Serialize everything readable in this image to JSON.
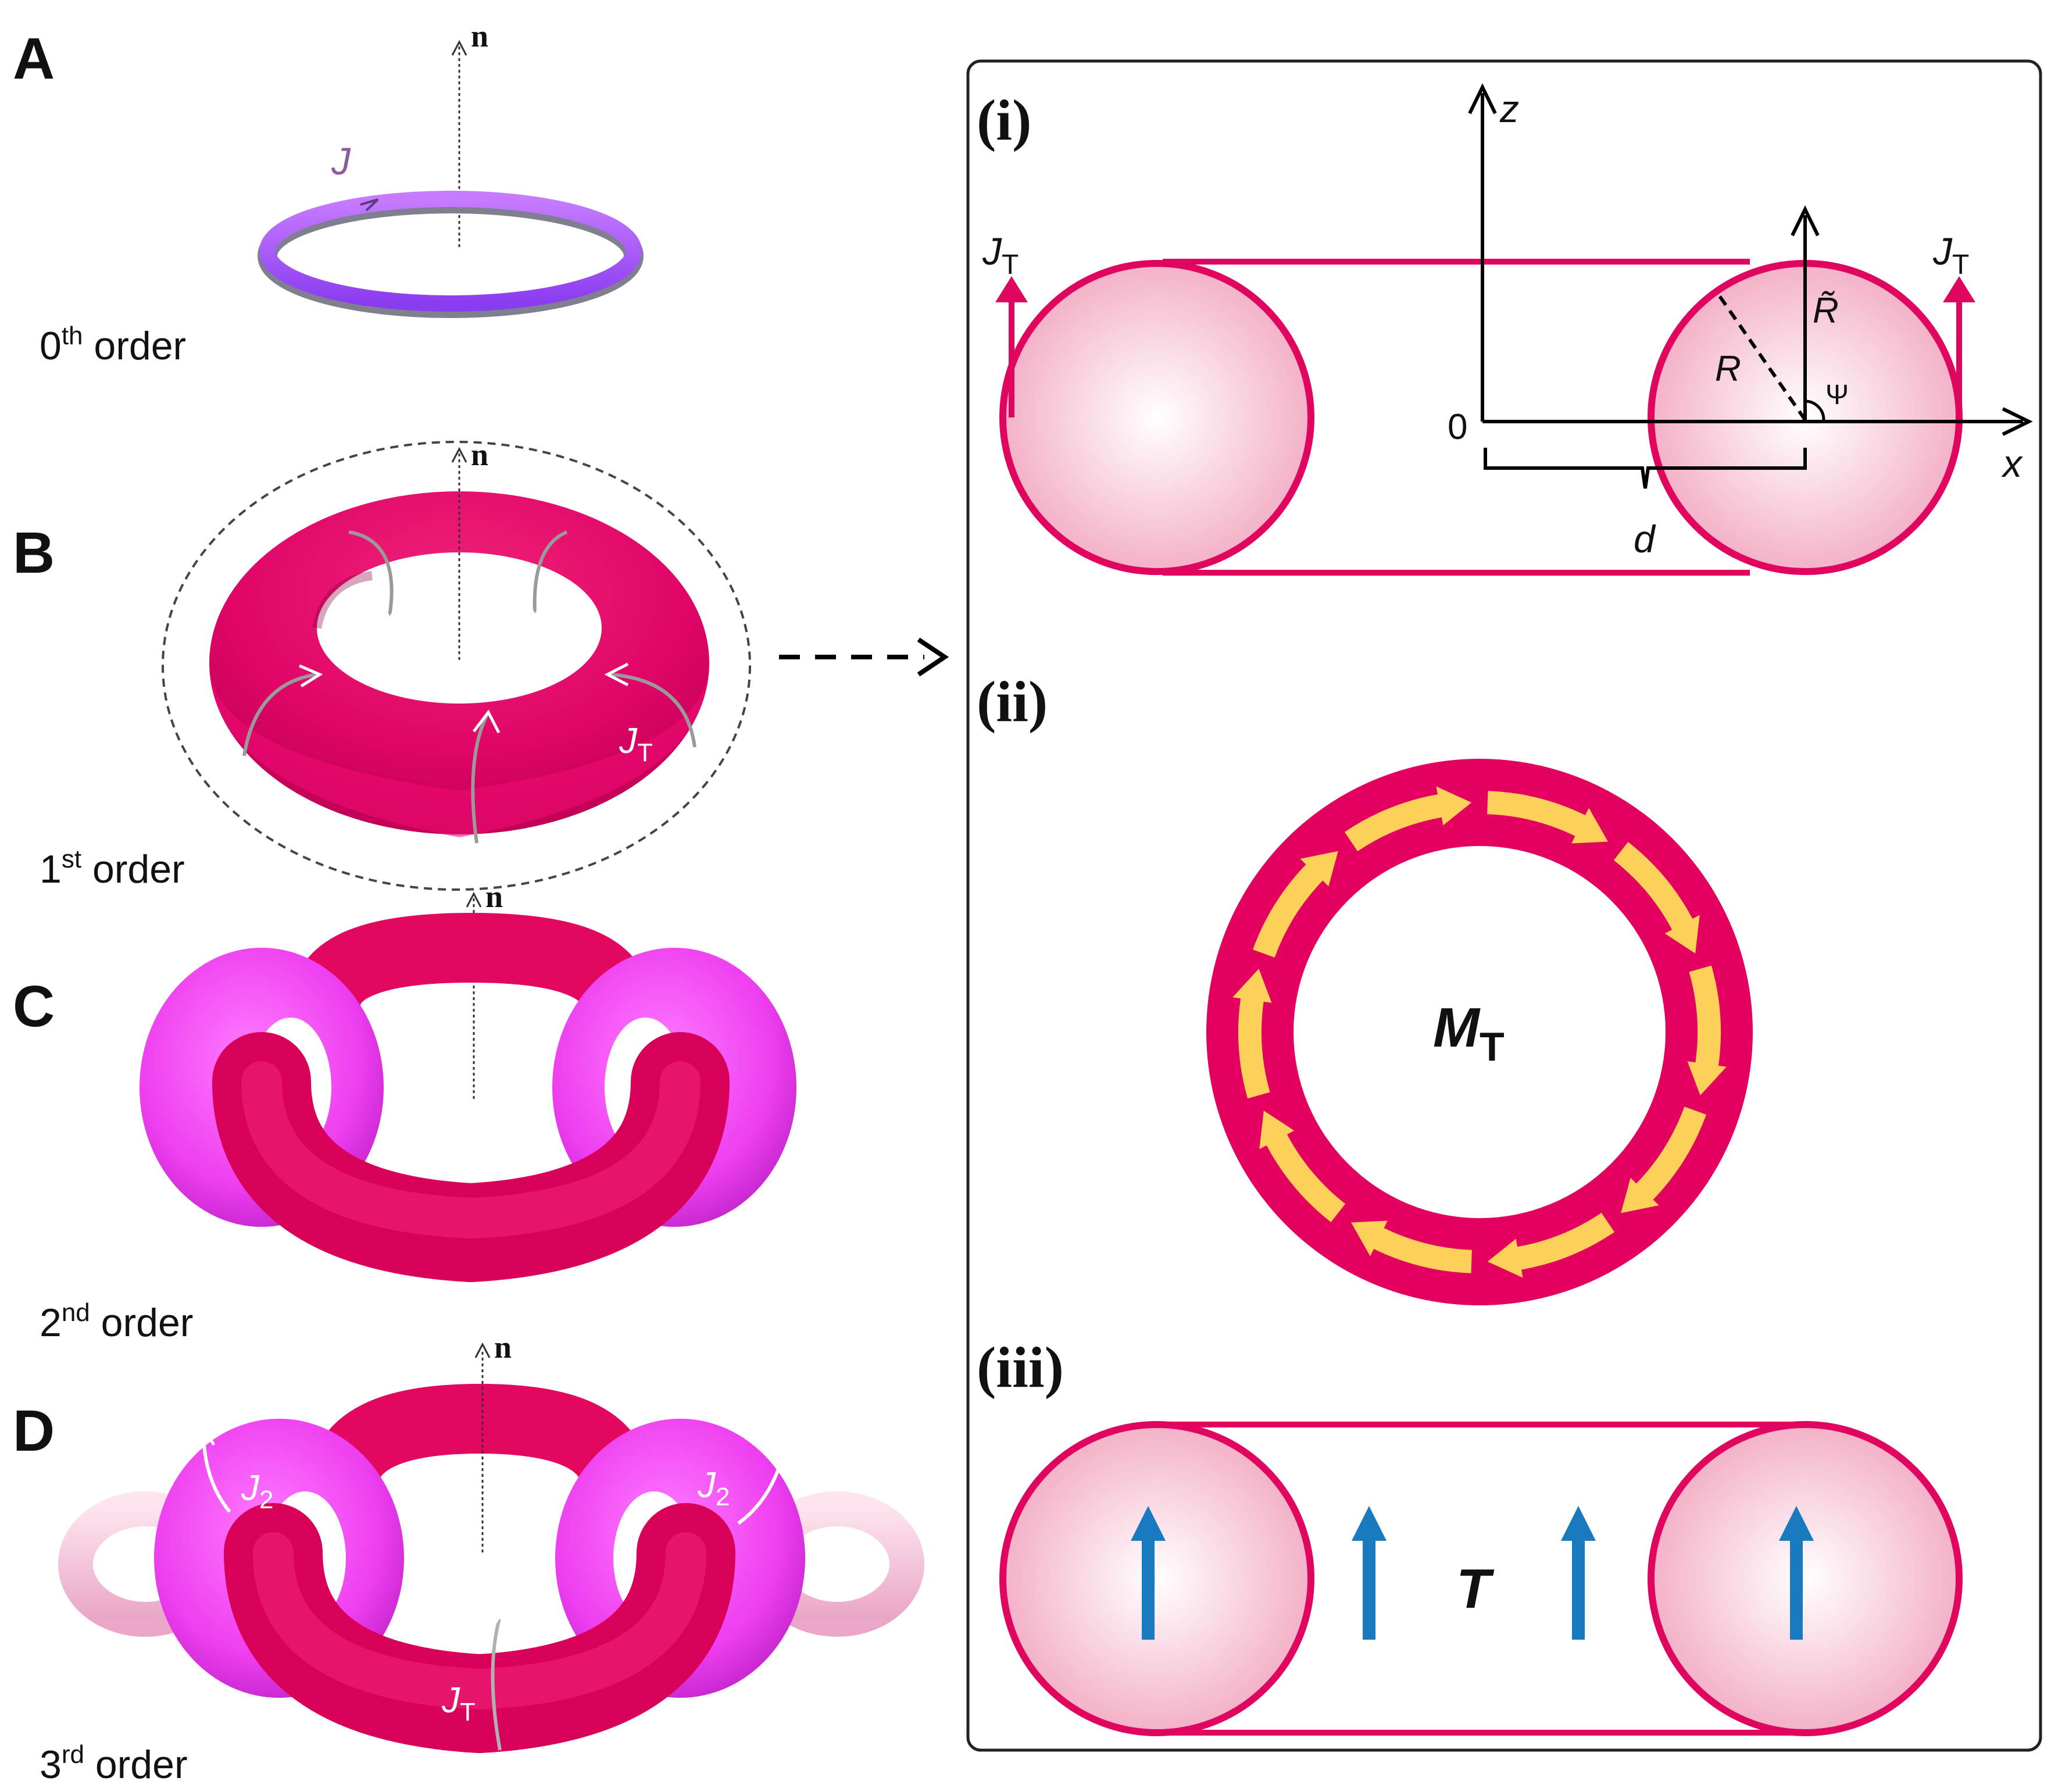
{
  "panels": {
    "A": {
      "letter": "A",
      "order_num": "0",
      "order_sup": "th",
      "order_word": " order",
      "axis_label": "n",
      "current_label": "J"
    },
    "B": {
      "letter": "B",
      "order_num": "1",
      "order_sup": "st",
      "order_word": " order",
      "axis_label": "n",
      "current_main": "J",
      "current_sub": "T"
    },
    "C": {
      "letter": "C",
      "order_num": "2",
      "order_sup": "nd",
      "order_word": " order",
      "axis_label": "n"
    },
    "D": {
      "letter": "D",
      "order_num": "3",
      "order_sup": "rd",
      "order_word": " order",
      "axis_label": "n",
      "j2_main": "J",
      "j2_sub": "2",
      "jt_main": "J",
      "jt_sub": "T"
    }
  },
  "inset": {
    "i": {
      "label": "(i)",
      "z_axis": "z",
      "x_axis": "x",
      "origin": "0",
      "jt_main": "J",
      "jt_sub": "T",
      "R": "R",
      "R_tilde": "R̃",
      "psi": "Ψ",
      "d": "d"
    },
    "ii": {
      "label": "(ii)",
      "m_main": "M",
      "m_sub": "T"
    },
    "iii": {
      "label": "(iii)",
      "t_label": "T"
    }
  },
  "colors": {
    "crimson": "#e8005f",
    "magenta": "#f03cf0",
    "violet": "#a75cf0",
    "pale_pink": "#f6c6d8",
    "gold": "#fdd05a",
    "blue": "#1a7ac0"
  }
}
